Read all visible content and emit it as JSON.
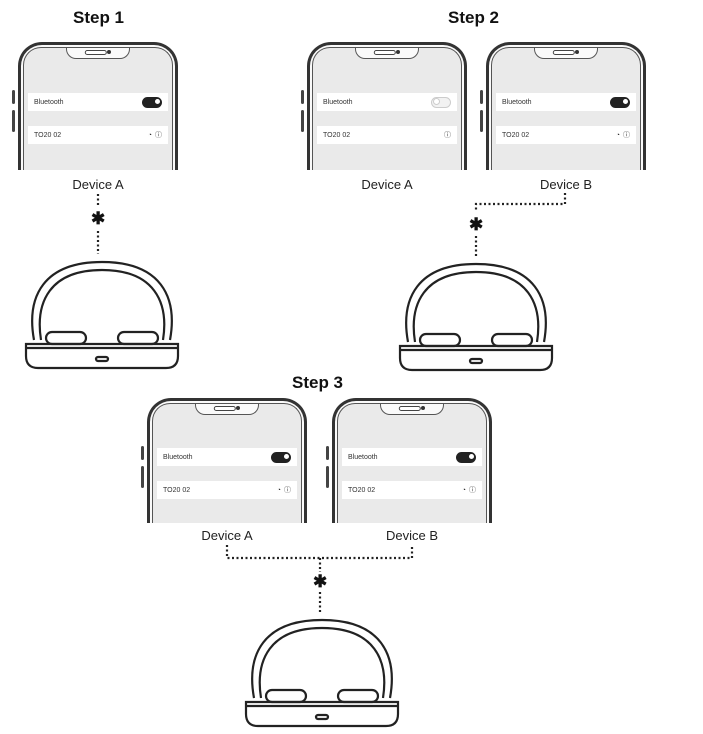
{
  "steps": [
    {
      "title": "Step 1"
    },
    {
      "title": "Step 2"
    },
    {
      "title": "Step 3"
    }
  ],
  "devices": {
    "a": "Device A",
    "b": "Device B",
    "b_step3": "Device B"
  },
  "phone_screen": {
    "bluetooth_label": "Bluetooth",
    "device_name": "TO20 02"
  },
  "icons": {
    "bluetooth": "bluetooth-icon",
    "connection": "dotted-connection-line"
  },
  "colors": {
    "ink": "#222222",
    "screen": "#eaeaea",
    "background": "#ffffff"
  }
}
